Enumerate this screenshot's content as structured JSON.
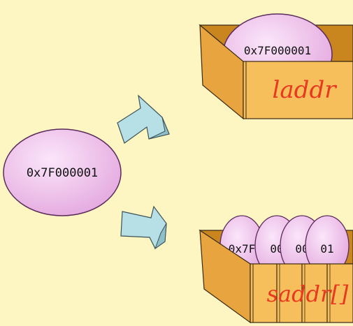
{
  "colors": {
    "background": "#fdf6c3",
    "egg_fill": "#f1c6ee",
    "egg_stroke": "#5a2a5a",
    "box_front": "#f6bf5c",
    "box_side": "#e7a43f",
    "box_inner": "#c9861f",
    "box_stroke": "#3a2a12",
    "arrow_fill": "#b7dfe6",
    "arrow_stroke": "#3b5257",
    "label_red": "#e8381f"
  },
  "source_value": "0x7F000001",
  "top_box": {
    "egg_text": "0x7F000001",
    "label": "laddr"
  },
  "bottom_box": {
    "eggs": [
      "0x7F",
      "00",
      "00",
      "01"
    ],
    "label": "saddr[]"
  },
  "icons": {
    "upper_arrow": "arrow-up-right-icon",
    "lower_arrow": "arrow-right-icon"
  }
}
